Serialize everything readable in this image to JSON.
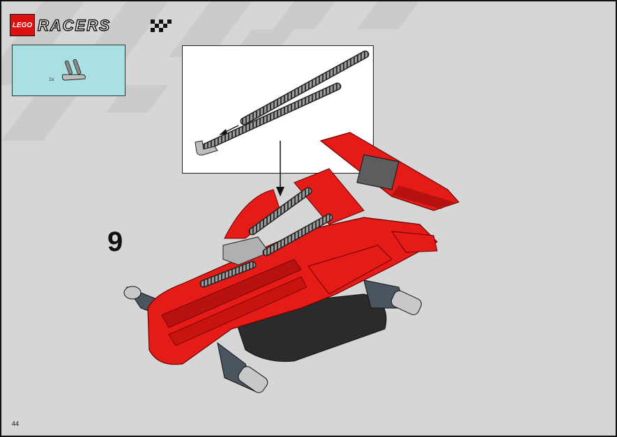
{
  "header": {
    "brand_logo": "LEGO",
    "series_logo": "RACERS"
  },
  "parts_list": {
    "items": [
      {
        "icon": "pin-connector-part-icon",
        "count": "1x"
      }
    ]
  },
  "step": {
    "number": "9"
  },
  "footer": {
    "page_number": "44"
  },
  "colors": {
    "background": "#d6d6d6",
    "parts_box": "#a8e0e3",
    "model_red": "#e41b17",
    "model_dark": "#2b2b2b",
    "model_grey": "#9a9a9a"
  }
}
